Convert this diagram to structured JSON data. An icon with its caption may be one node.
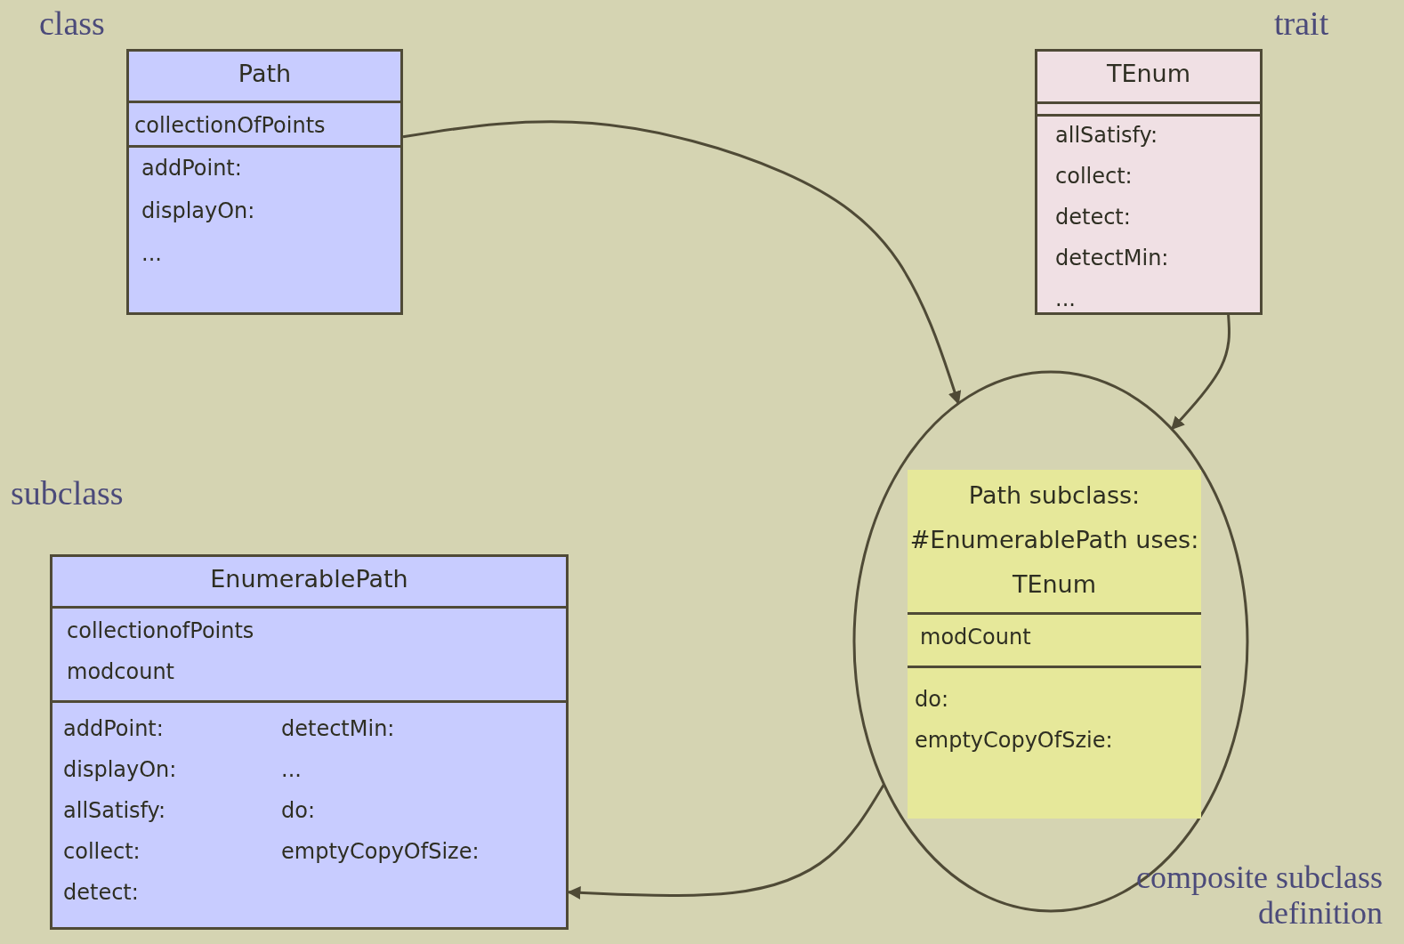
{
  "diagram": {
    "nodes": [
      {
        "text": [
          "Path",
          "collectionOfPoints",
          "addPoint:",
          "displayOn:",
          "..."
        ]
      },
      {
        "text": [
          "TEnum",
          "allSatisfy:",
          "collect:",
          "detect:",
          "detectMin:",
          "..."
        ]
      },
      {
        "text": [],
        "shape": "ellipse"
      },
      {
        "text": [
          "Path subclass: #EnumerablePath uses: TEnum",
          "modCount",
          "do:",
          "emptyCopyOfSzie:"
        ],
        "in": 2
      },
      {
        "text": [
          "EnumerablePath",
          "collectionofPoints",
          "modcount",
          "addPoint:",
          "displayOn:",
          "allSatisfy:",
          "collect:",
          "detect:",
          "detectMin:",
          "...",
          "do:",
          "emptyCopyOfSize:"
        ]
      }
    ],
    "edges": [
      {
        "from": 0,
        "to": 2,
        "arrow": "to"
      },
      {
        "from": 1,
        "to": 2,
        "arrow": "to"
      },
      {
        "from": 2,
        "to": 4,
        "arrow": "to"
      }
    ],
    "labels": [
      "class",
      "trait",
      "subclass",
      "composite subclass definition"
    ]
  }
}
